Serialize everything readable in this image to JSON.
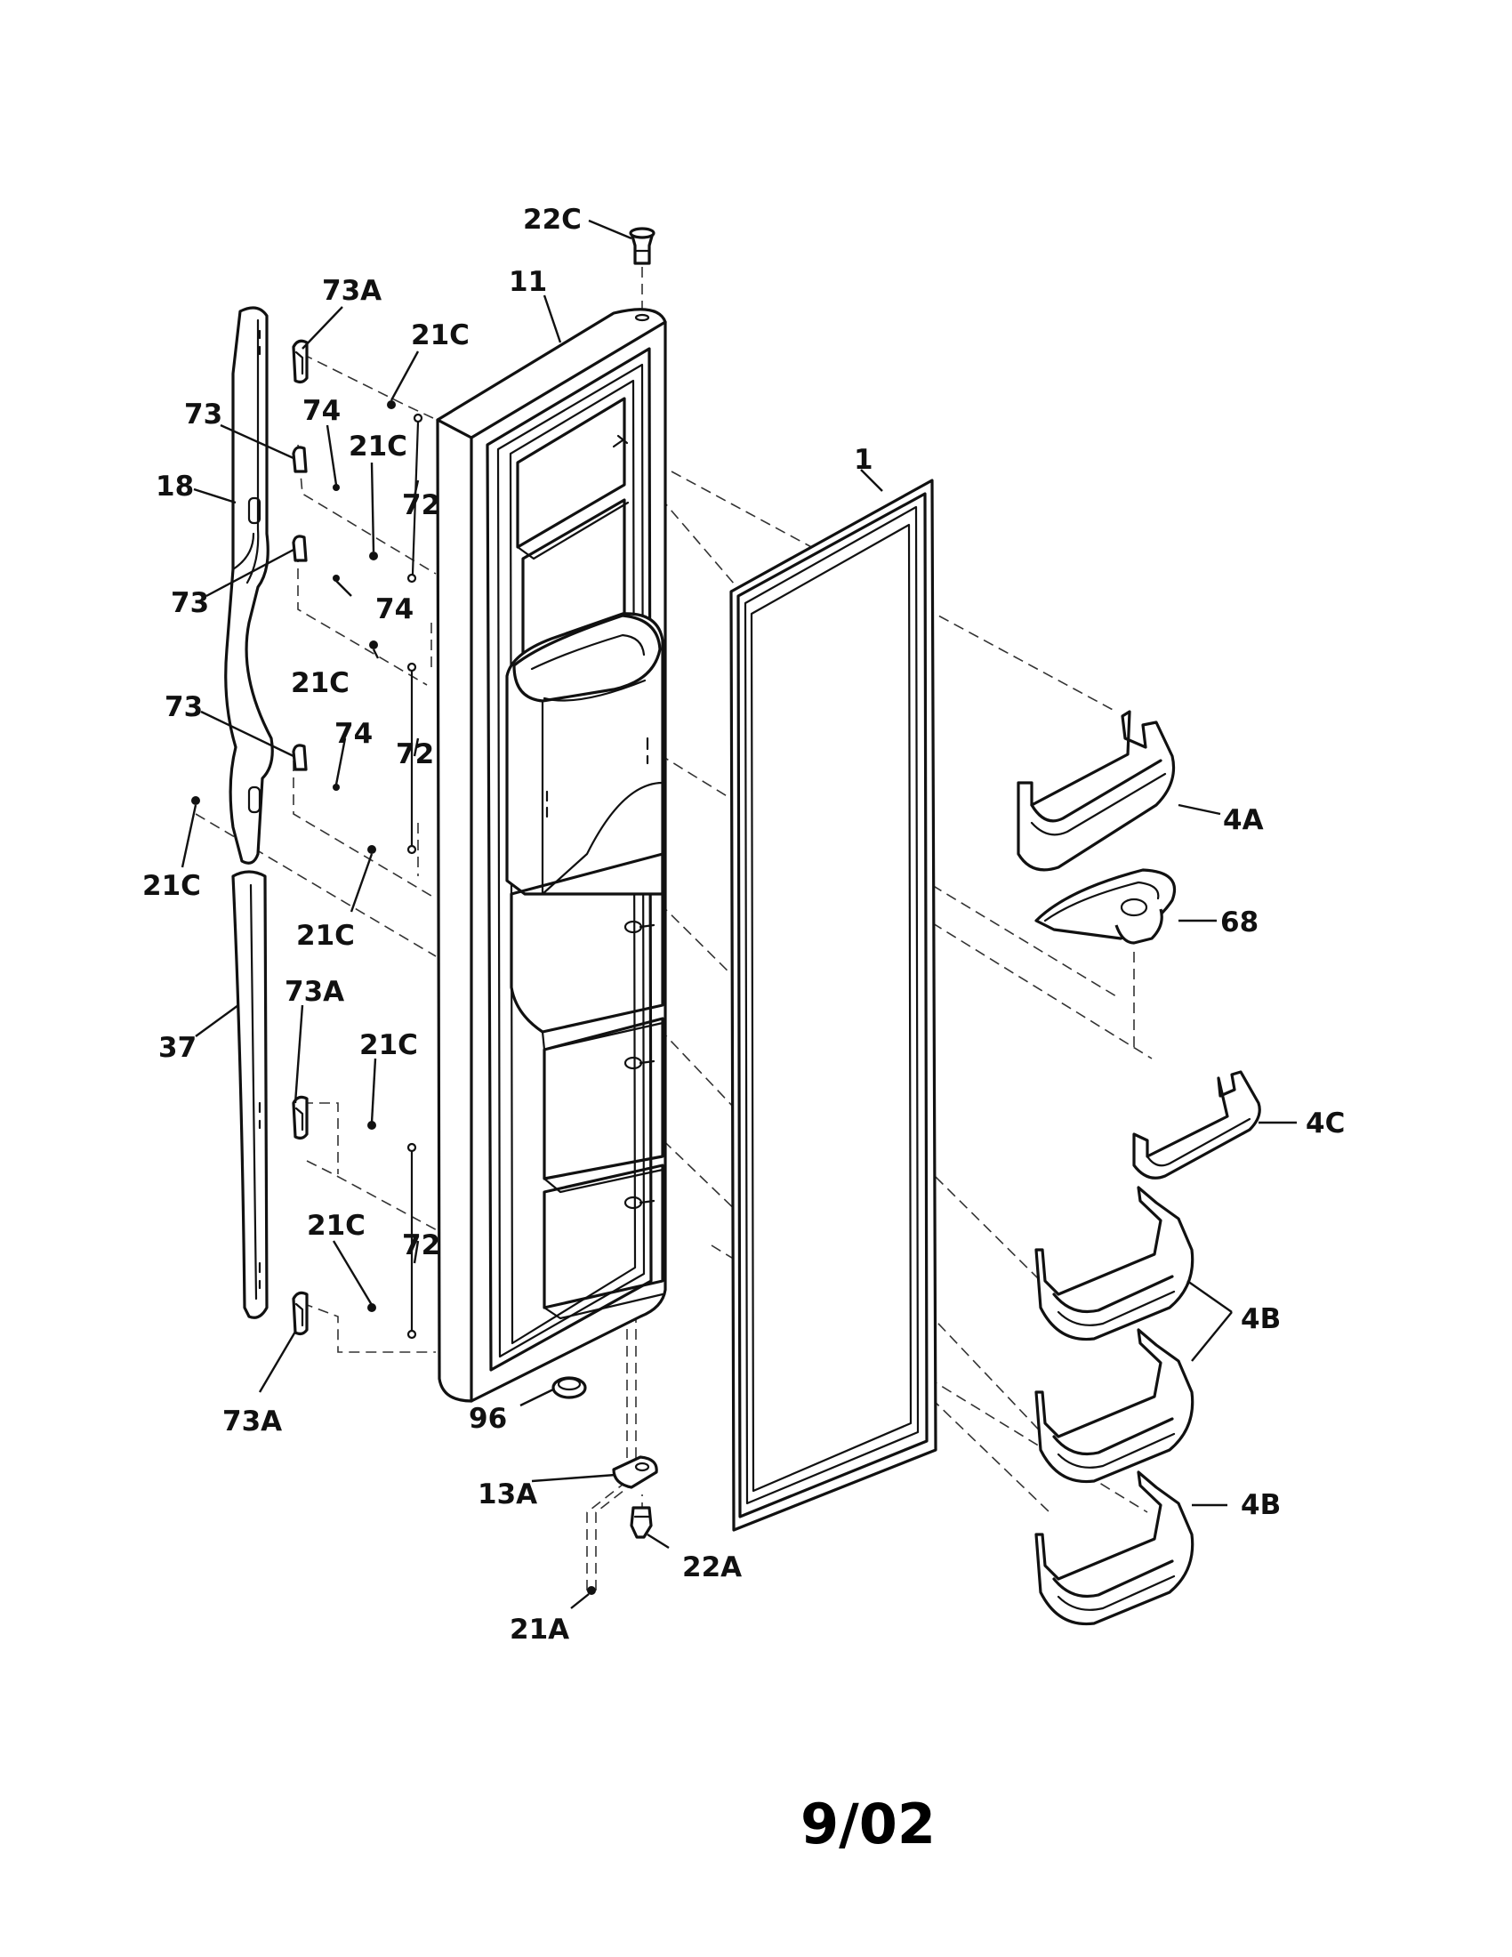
{
  "diagram": {
    "date_code": "9/02",
    "callouts": {
      "c_22C": "22C",
      "c_11": "11",
      "c_73A_top": "73A",
      "c_21C_1": "21C",
      "c_73_1": "73",
      "c_74_1": "74",
      "c_21C_2": "21C",
      "c_18": "18",
      "c_72_1": "72",
      "c_73_2": "73",
      "c_74_2": "74",
      "c_21C_3": "21C",
      "c_73_3": "73",
      "c_74_3": "74",
      "c_72_2": "72",
      "c_21C_4": "21C",
      "c_21C_5": "21C",
      "c_73A_mid": "73A",
      "c_37": "37",
      "c_21C_6": "21C",
      "c_21C_7": "21C",
      "c_72_3": "72",
      "c_73A_bot": "73A",
      "c_96": "96",
      "c_13A": "13A",
      "c_22A": "22A",
      "c_21A": "21A",
      "c_1": "1",
      "c_4A": "4A",
      "c_68": "68",
      "c_4C": "4C",
      "c_4B_1": "4B",
      "c_4B_2": "4B"
    }
  }
}
